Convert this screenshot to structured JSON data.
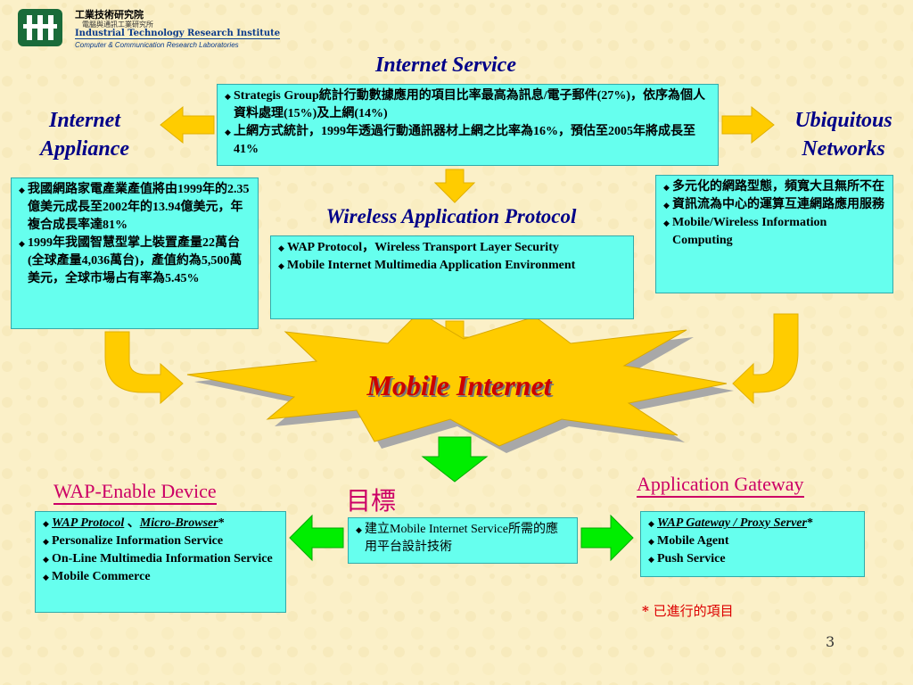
{
  "logo": {
    "name_zh": "工業技術研究院",
    "sub_zh": "電腦與通訊工業研究所",
    "name_en": "Industrial Technology Research Institute",
    "sub_en": "Computer & Communication Research Laboratories"
  },
  "headings": {
    "internet_service": "Internet Service",
    "internet_appliance_1": "Internet",
    "internet_appliance_2": "Appliance",
    "ubiquitous_1": "Ubiquitous",
    "ubiquitous_2": "Networks",
    "wap": "Wireless Application Protocol",
    "mobile_internet": "Mobile Internet",
    "wap_device": "WAP-Enable Device",
    "goal": "目標",
    "app_gateway": "Application Gateway"
  },
  "boxes": {
    "internet_service": [
      "Strategis Group統計行動數據應用的項目比率最高為訊息/電子郵件(27%)，依序為個人資料處理(15%)及上網(14%)",
      "上網方式統計，1999年透過行動通訊器材上網之比率為16%，預估至2005年將成長至41%"
    ],
    "internet_appliance": [
      "我國網路家電產業產值將由1999年的2.35億美元成長至2002年的13.94億美元，年複合成長率達81%",
      "1999年我國智慧型掌上裝置產量22萬台(全球產量4,036萬台)，產值約為5,500萬美元，全球市場占有率為5.45%"
    ],
    "wap": [
      "WAP Protocol，Wireless Transport Layer Security",
      "Mobile Internet Multimedia Application Environment"
    ],
    "ubiquitous": [
      "多元化的網路型態，頻寬大且無所不在",
      "資訊流為中心的運算互連網路應用服務",
      "Mobile/Wireless Information Computing"
    ],
    "wap_device": {
      "item1_a": "WAP Protocol",
      "item1_sep": "、",
      "item1_b": "Micro-Browser",
      "item1_star": "*",
      "items": [
        "Personalize Information Service",
        "On-Line Multimedia Information Service",
        "Mobile Commerce"
      ]
    },
    "goal": "建立Mobile Internet Service所需的應用平台設計技術",
    "app_gateway": {
      "item1": "WAP Gateway / Proxy Server",
      "item1_star": "*",
      "items": [
        "Mobile Agent",
        "Push Service"
      ]
    }
  },
  "note": {
    "star": "*",
    "text": "已進行的項目"
  },
  "page_number": "3",
  "colors": {
    "cyan_box": "#66ffee",
    "heading_blue": "#000088",
    "magenta": "#cc0066",
    "arrow_yellow": "#ffcc00",
    "arrow_green": "#00ee00",
    "star_red": "#dd0000"
  }
}
